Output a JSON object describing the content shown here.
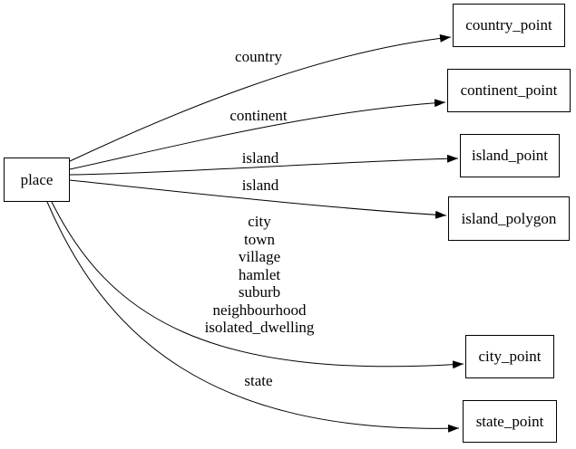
{
  "diagram": {
    "type": "directed-graph",
    "colors": {
      "background": "#ffffff",
      "node_fill": "#ffffff",
      "node_border": "#000000",
      "edge": "#000000",
      "text": "#000000"
    },
    "nodes": {
      "place": "place",
      "country_point": "country_point",
      "continent_point": "continent_point",
      "island_point": "island_point",
      "island_polygon": "island_polygon",
      "city_point": "city_point",
      "state_point": "state_point"
    },
    "edge_labels": {
      "country": "country",
      "continent": "continent",
      "island_point": "island",
      "island_polygon": "island",
      "city_group": [
        "city",
        "town",
        "village",
        "hamlet",
        "suburb",
        "neighbourhood",
        "isolated_dwelling"
      ],
      "state": "state"
    },
    "connections": [
      {
        "from": "place",
        "to": "country_point",
        "label": "country"
      },
      {
        "from": "place",
        "to": "continent_point",
        "label": "continent"
      },
      {
        "from": "place",
        "to": "island_point",
        "label": "island"
      },
      {
        "from": "place",
        "to": "island_polygon",
        "label": "island"
      },
      {
        "from": "place",
        "to": "city_point",
        "label": "city town village hamlet suburb neighbourhood isolated_dwelling"
      },
      {
        "from": "place",
        "to": "state_point",
        "label": "state"
      }
    ]
  }
}
